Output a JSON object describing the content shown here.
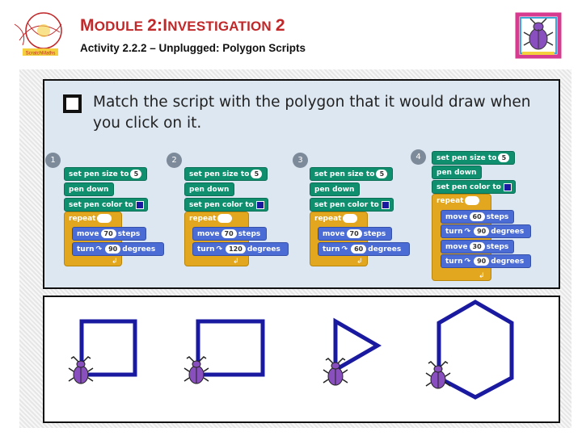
{
  "header": {
    "title_first_cap": "M",
    "title_rest_1": "ODULE ",
    "title_num": "2:",
    "title_cap_2": "I",
    "title_rest_2": "NVESTIGATION ",
    "title_num_2": "2",
    "subtitle": "Activity 2.2.2 – Unplugged: Polygon Scripts",
    "left_logo_icon": "scratch-maths-logo-icon",
    "left_logo_text": "ScratchMaths",
    "right_logo_icon": "beetle-logo-icon"
  },
  "instruction": {
    "text": "Match the script with the polygon that it would draw when you click on it."
  },
  "scripts": [
    {
      "number": "1",
      "pen_size_label": "set pen size to",
      "pen_size": "5",
      "pen_down": "pen down",
      "pen_color_label": "set pen color to",
      "repeat_label": "repeat",
      "move_label": "move",
      "move_value": "70",
      "steps_label": "steps",
      "turn_label": "turn",
      "turn_value": "90",
      "degrees_label": "degrees"
    },
    {
      "number": "2",
      "pen_size_label": "set pen size to",
      "pen_size": "5",
      "pen_down": "pen down",
      "pen_color_label": "set pen color to",
      "repeat_label": "repeat",
      "move_label": "move",
      "move_value": "70",
      "steps_label": "steps",
      "turn_label": "turn",
      "turn_value": "120",
      "degrees_label": "degrees"
    },
    {
      "number": "3",
      "pen_size_label": "set pen size to",
      "pen_size": "5",
      "pen_down": "pen down",
      "pen_color_label": "set pen color to",
      "repeat_label": "repeat",
      "move_label": "move",
      "move_value": "70",
      "steps_label": "steps",
      "turn_label": "turn",
      "turn_value": "60",
      "degrees_label": "degrees"
    },
    {
      "number": "4",
      "pen_size_label": "set pen size to",
      "pen_size": "5",
      "pen_down": "pen down",
      "pen_color_label": "set pen color to",
      "repeat_label": "repeat",
      "move1_label": "move",
      "move1_value": "60",
      "steps_label": "steps",
      "turn1_label": "turn",
      "turn1_value": "90",
      "degrees_label": "degrees",
      "move2_label": "move",
      "move2_value": "30",
      "turn2_label": "turn",
      "turn2_value": "90"
    }
  ],
  "colors": {
    "title_red": "#c0282a",
    "pen_green": "#0f8f6e",
    "motion_blue": "#4a6cd4",
    "control_orange": "#e2a71e",
    "polygon_stroke": "#1a1aa0",
    "beetle_purple": "#8a4fbf"
  },
  "shapes": [
    {
      "name": "square",
      "icon": "beetle-icon"
    },
    {
      "name": "rectangle",
      "icon": "beetle-icon"
    },
    {
      "name": "triangle",
      "icon": "beetle-icon"
    },
    {
      "name": "hexagon",
      "icon": "beetle-icon"
    }
  ]
}
